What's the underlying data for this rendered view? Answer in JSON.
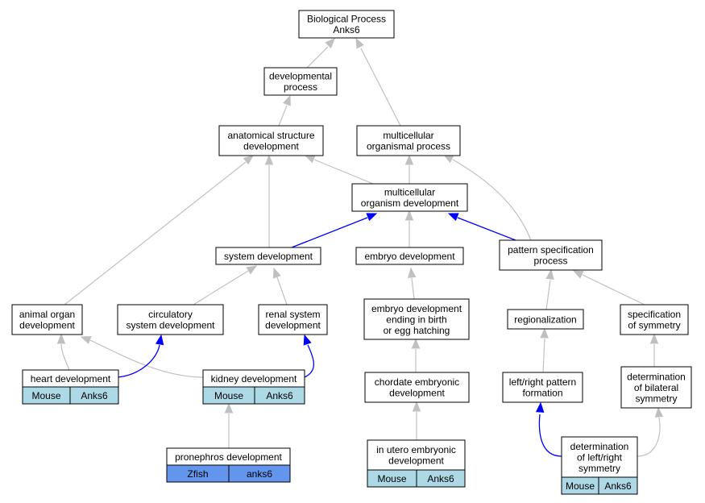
{
  "colors": {
    "edge_is_a": "#c0c0c0",
    "edge_annotation": "#0000ff",
    "mouse_cell": "#add8e6",
    "zfish_cell": "#6495ed"
  },
  "nodes": {
    "bp": [
      "Biological Process",
      "Anks6"
    ],
    "dp": [
      "developmental",
      "process"
    ],
    "asd": [
      "anatomical structure",
      "development"
    ],
    "mop": [
      "multicellular",
      "organismal process"
    ],
    "mod": [
      "multicellular",
      "organism development"
    ],
    "sd": [
      "system development"
    ],
    "ed": [
      "embryo development"
    ],
    "psp": [
      "pattern specification",
      "process"
    ],
    "aod": [
      "animal organ",
      "development"
    ],
    "csd": [
      "circulatory",
      "system development"
    ],
    "rsd": [
      "renal system",
      "development"
    ],
    "edb": [
      "embryo development",
      "ending in birth",
      "or egg hatching"
    ],
    "reg": [
      "regionalization"
    ],
    "sos": [
      "specification",
      "of symmetry"
    ],
    "hd": [
      "heart development"
    ],
    "kd": [
      "kidney development"
    ],
    "ced": [
      "chordate embryonic",
      "development"
    ],
    "lrp": [
      "left/right pattern",
      "formation"
    ],
    "dbs": [
      "determination",
      "of bilateral",
      "symmetry"
    ],
    "pd": [
      "pronephros development"
    ],
    "iued": [
      "in utero embryonic",
      "development"
    ],
    "dlrs": [
      "determination",
      "of left/right",
      "symmetry"
    ]
  },
  "annotations": {
    "hd": [
      "Mouse",
      "Anks6"
    ],
    "kd": [
      "Mouse",
      "Anks6"
    ],
    "pd": [
      "Zfish",
      "anks6"
    ],
    "iued": [
      "Mouse",
      "Anks6"
    ],
    "dlrs": [
      "Mouse",
      "Anks6"
    ]
  }
}
